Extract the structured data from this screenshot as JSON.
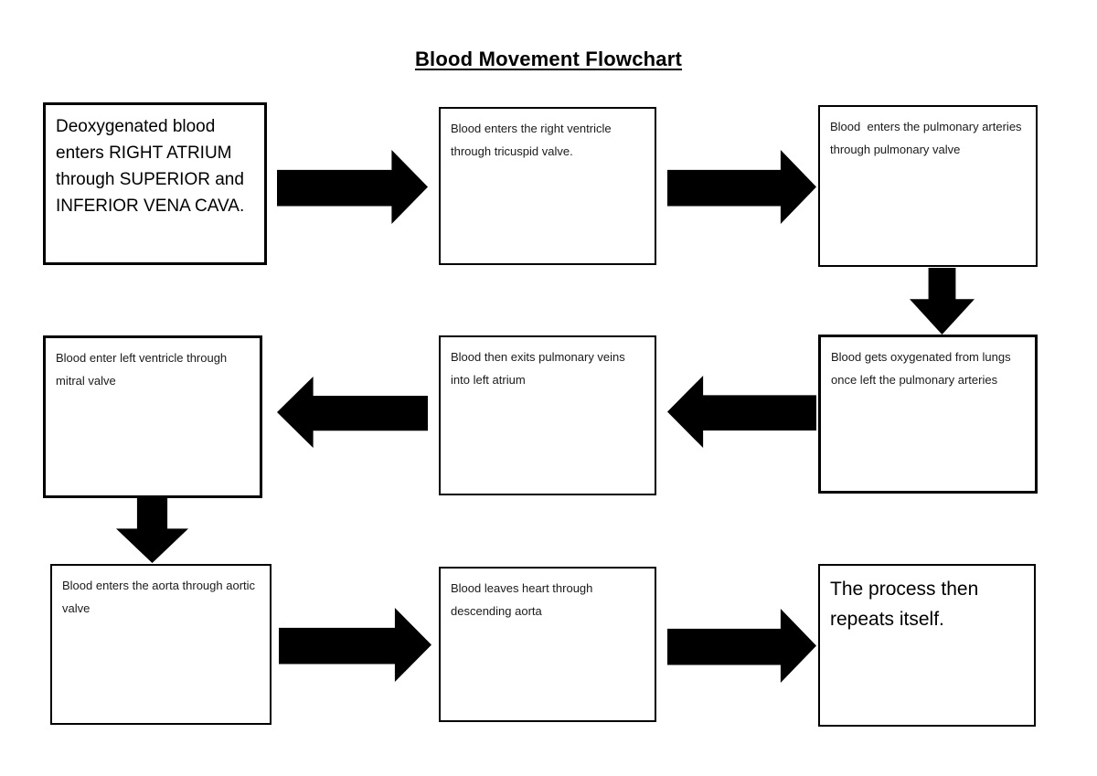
{
  "title": "Blood Movement Flowchart",
  "flowchart": {
    "steps": [
      {
        "id": 1,
        "text": "Deoxygenated blood enters RIGHT ATRIUM through SUPERIOR and INFERIOR VENA CAVA."
      },
      {
        "id": 2,
        "text": "Blood enters the right ventricle through tricuspid valve."
      },
      {
        "id": 3,
        "text": "Blood  enters the pulmonary arteries through pulmonary valve"
      },
      {
        "id": 4,
        "text": "Blood gets oxygenated from lungs once left the pulmonary arteries"
      },
      {
        "id": 5,
        "text": "Blood then exits pulmonary veins into left atrium"
      },
      {
        "id": 6,
        "text": "Blood enter left ventricle through mitral valve"
      },
      {
        "id": 7,
        "text": "Blood enters the aorta through aortic valve"
      },
      {
        "id": 8,
        "text": "Blood leaves heart through descending aorta"
      },
      {
        "id": 9,
        "text": "The process then repeats itself."
      }
    ],
    "connections": [
      {
        "from": 1,
        "to": 2,
        "direction": "right"
      },
      {
        "from": 2,
        "to": 3,
        "direction": "right"
      },
      {
        "from": 3,
        "to": 4,
        "direction": "down"
      },
      {
        "from": 4,
        "to": 5,
        "direction": "left"
      },
      {
        "from": 5,
        "to": 6,
        "direction": "left"
      },
      {
        "from": 6,
        "to": 7,
        "direction": "down"
      },
      {
        "from": 7,
        "to": 8,
        "direction": "right"
      },
      {
        "from": 8,
        "to": 9,
        "direction": "right"
      }
    ],
    "colors": {
      "background": "#ffffff",
      "box_border": "#000000",
      "arrow_fill": "#000000",
      "text": "#000000"
    }
  }
}
